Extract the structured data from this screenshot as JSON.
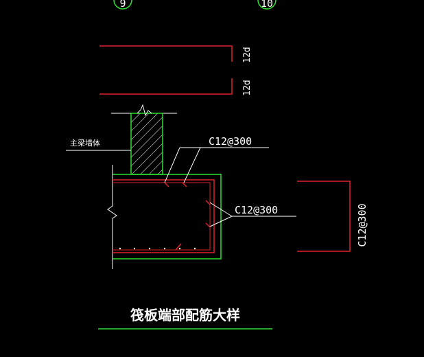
{
  "axis_bubbles": [
    "9",
    "10"
  ],
  "dims": {
    "top": "12d",
    "bottom": "12d"
  },
  "labels": {
    "wall_note": "主梁墙体",
    "rebar_top": "C12@300",
    "rebar_side": "C12@300",
    "rebar_right": "C12@300"
  },
  "title": "筏板端部配筋大样",
  "colors": {
    "background": "#000000",
    "rebar": "#e0212b",
    "outline": "#2ee02e",
    "text": "#ffffff"
  }
}
